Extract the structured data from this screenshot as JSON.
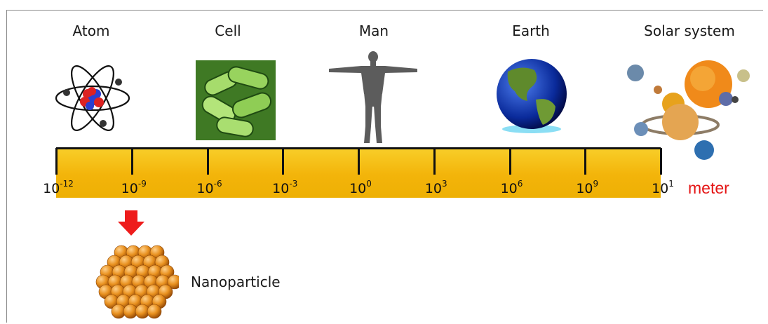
{
  "objects": [
    {
      "name": "Atom",
      "icon": "atom-icon"
    },
    {
      "name": "Cell",
      "icon": "cell-icon"
    },
    {
      "name": "Man",
      "icon": "human-figure-icon"
    },
    {
      "name": "Earth",
      "icon": "earth-globe-icon"
    },
    {
      "name": "Solar system",
      "icon": "solar-system-icon"
    }
  ],
  "scale": {
    "base": "10",
    "exponents": [
      "-12",
      "-9",
      "-6",
      "-3",
      "0",
      "3",
      "6",
      "9",
      "1"
    ],
    "unit": "meter",
    "unit_color": "#e41414",
    "bar_color": "#f3b40a"
  },
  "highlight": {
    "label": "Nanoparticle",
    "arrow_color": "#ee1c1c",
    "particle_color": "#e8901e"
  }
}
